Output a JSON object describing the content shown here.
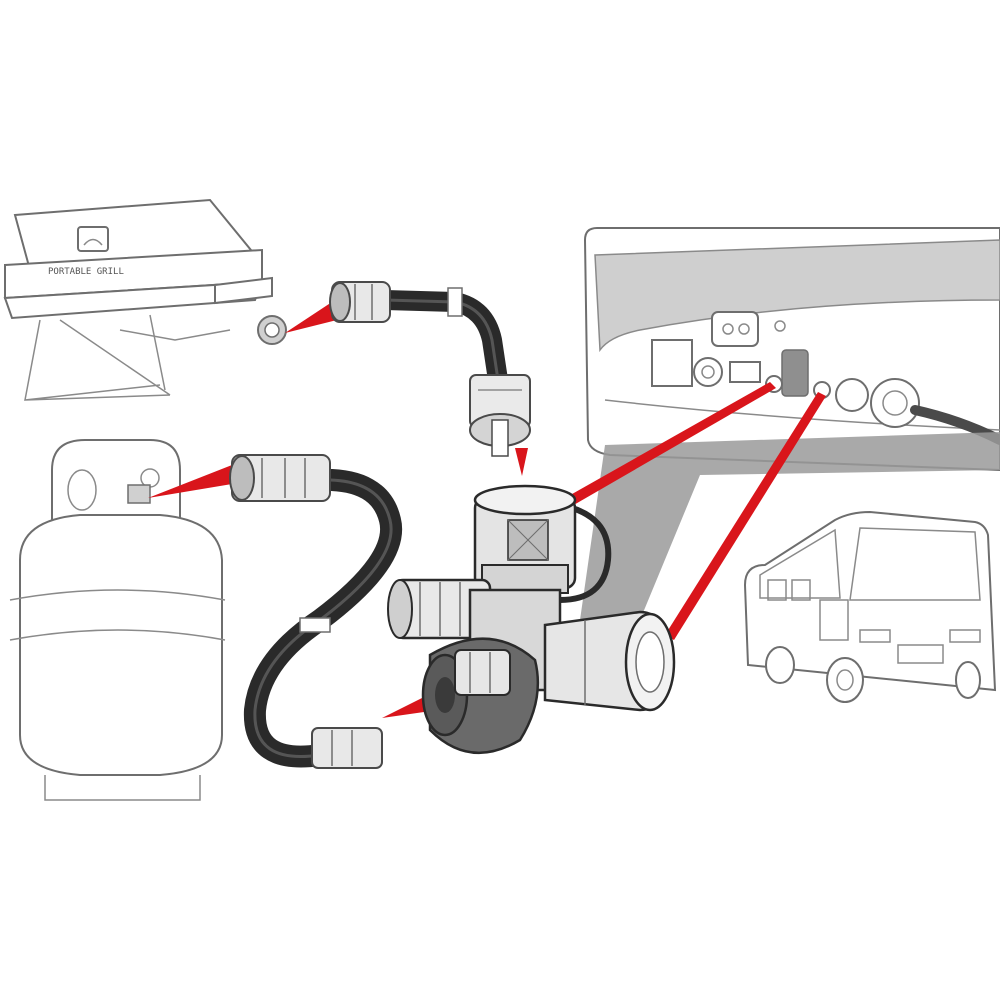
{
  "diagram": {
    "grill_badge_text": "PORTABLE GRILL",
    "colors": {
      "pointer_red": "#d9151b",
      "hose_black": "#2a2a2a",
      "shadow_gray": "#9a9a9a",
      "wall_gray": "#b3b3b3",
      "line_gray": "#6e6e6e"
    },
    "components": {
      "grill": "grill-icon",
      "propane_tank": "propane-tank-icon",
      "rv_motorhome": "rv-motorhome-icon",
      "rv_port_panel": "rv-propane-port-panel",
      "tee_adapter": "tee-adapter-fitting",
      "grill_hose": "grill-hose-assembly",
      "tank_hose": "tank-hose-assembly"
    }
  }
}
